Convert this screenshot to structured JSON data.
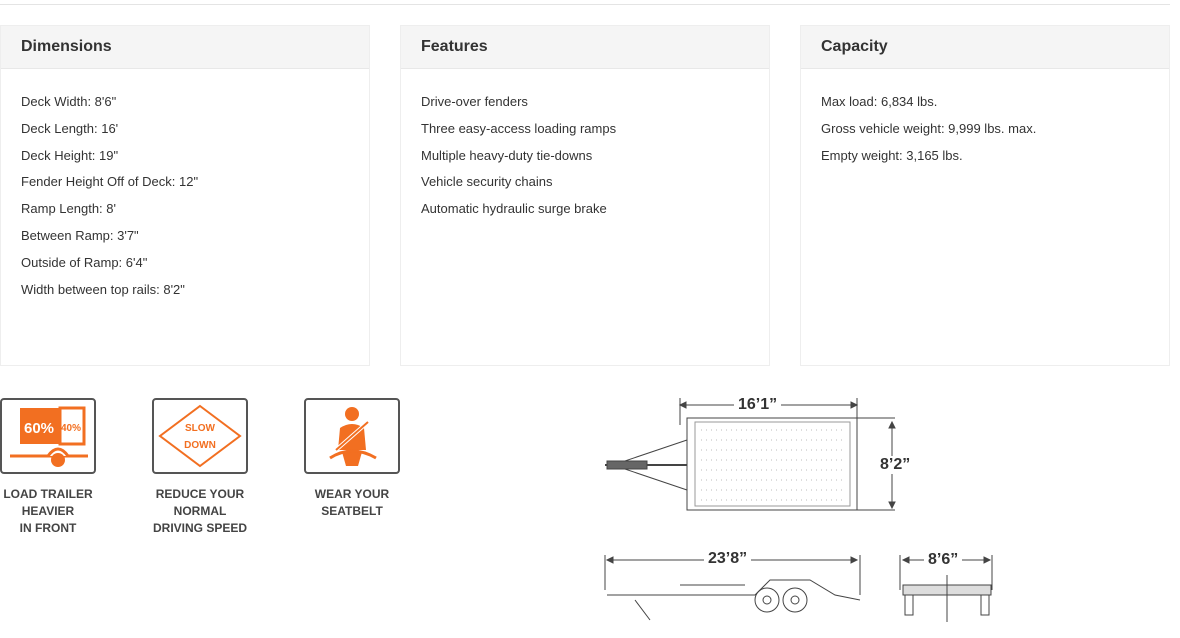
{
  "cards": [
    {
      "title": "Dimensions",
      "items": [
        "Deck Width: 8'6\"",
        "Deck Length: 16'",
        "Deck Height: 19\"",
        "Fender Height Off of Deck: 12\"",
        "Ramp Length: 8'",
        "Between Ramp: 3'7\"",
        "Outside of Ramp: 6'4\"",
        "Width between top rails: 8'2\""
      ]
    },
    {
      "title": "Features",
      "items": [
        "Drive-over fenders",
        "Three easy-access loading ramps",
        "Multiple heavy-duty tie-downs",
        "Vehicle security chains",
        "Automatic hydraulic surge brake"
      ]
    },
    {
      "title": "Capacity",
      "items": [
        "Max load: 6,834 lbs.",
        "Gross vehicle weight: 9,999 lbs. max.",
        "Empty weight: 3,165 lbs."
      ]
    }
  ],
  "tips": [
    {
      "icon": "trailer-load-icon",
      "label_lines": [
        "LOAD TRAILER",
        "HEAVIER",
        "IN FRONT"
      ],
      "front": "60%",
      "rear": "40%"
    },
    {
      "icon": "slow-down-sign-icon",
      "label_lines": [
        "REDUCE YOUR",
        "NORMAL",
        "DRIVING SPEED"
      ],
      "sign_lines": [
        "SLOW",
        "DOWN"
      ]
    },
    {
      "icon": "seatbelt-icon",
      "label_lines": [
        "WEAR YOUR",
        "SEATBELT"
      ]
    }
  ],
  "diagram": {
    "top_length": "16’1”",
    "top_width": "8’2”",
    "side_length": "23’8”",
    "rear_width": "8’6”"
  },
  "colors": {
    "accent": "#f26f21",
    "text": "#333333"
  }
}
